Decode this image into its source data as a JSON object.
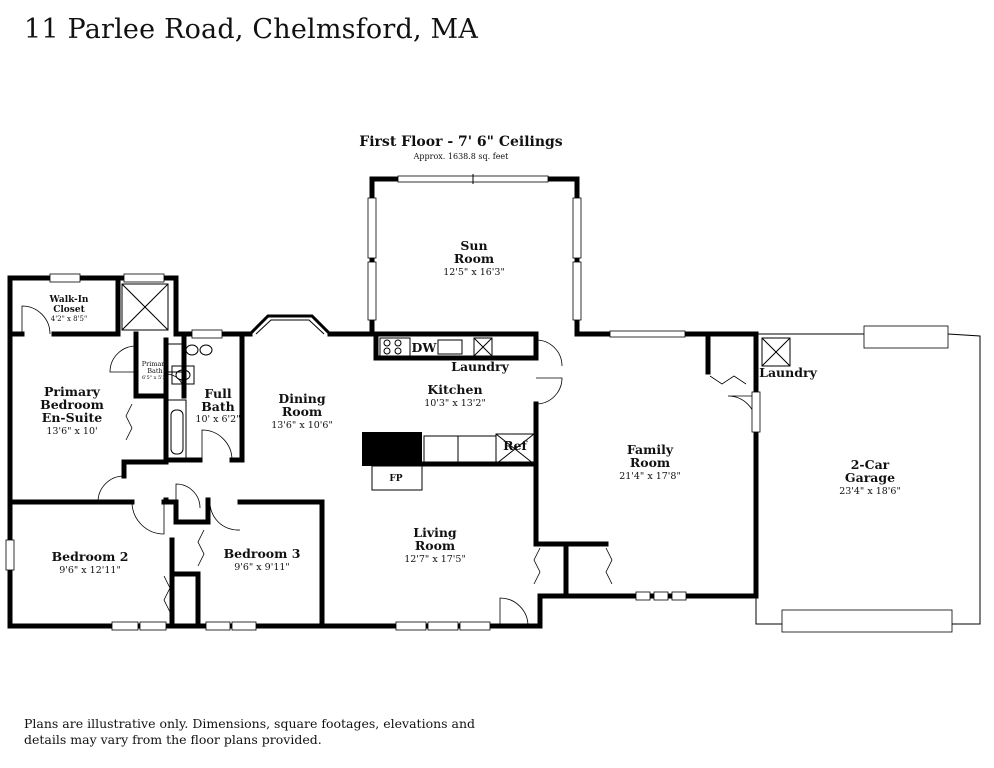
{
  "header": {
    "address": "11 Parlee Road, Chelmsford, MA",
    "floor_title": "First Floor - 7' 6\" Ceilings",
    "floor_area": "Approx. 1638.8 sq. feet"
  },
  "rooms": {
    "sun_room": {
      "name1": "Sun",
      "name2": "Room",
      "dim": "12'5\" x 16'3\""
    },
    "walk_in_closet": {
      "name1": "Walk-In",
      "name2": "Closet",
      "dim": "4'2\" x 8'5\""
    },
    "primary_bedroom": {
      "name1": "Primary",
      "name2": "Bedroom",
      "name3": "En-Suite",
      "dim": "13'6\" x 10'"
    },
    "primary_bath": {
      "name1": "Primary",
      "name2": "Bath",
      "dim": "6'5\" x 5'3\""
    },
    "full_bath": {
      "name1": "Full",
      "name2": "Bath",
      "dim": "10' x 6'2\""
    },
    "dining_room": {
      "name1": "Dining",
      "name2": "Room",
      "dim": "13'6\" x 10'6\""
    },
    "kitchen": {
      "name1": "Kitchen",
      "dim": "10'3\" x 13'2\""
    },
    "laundry_kitchen": {
      "name1": "Laundry"
    },
    "laundry_garage": {
      "name1": "Laundry"
    },
    "family_room": {
      "name1": "Family",
      "name2": "Room",
      "dim": "21'4\" x 17'8\""
    },
    "garage": {
      "name1": "2-Car",
      "name2": "Garage",
      "dim": "23'4\" x 18'6\""
    },
    "bedroom2": {
      "name1": "Bedroom 2",
      "dim": "9'6\" x 12'11\""
    },
    "bedroom3": {
      "name1": "Bedroom 3",
      "dim": "9'6\" x 9'11\""
    },
    "living_room": {
      "name1": "Living",
      "name2": "Room",
      "dim": "12'7\" x 17'5\""
    }
  },
  "fixtures": {
    "dishwasher": "DW",
    "refrigerator": "Ref",
    "fireplace": "FP"
  },
  "footer": {
    "disclaimer": "Plans are illustrative only. Dimensions, square footages, elevations and details may vary from the floor plans provided."
  }
}
